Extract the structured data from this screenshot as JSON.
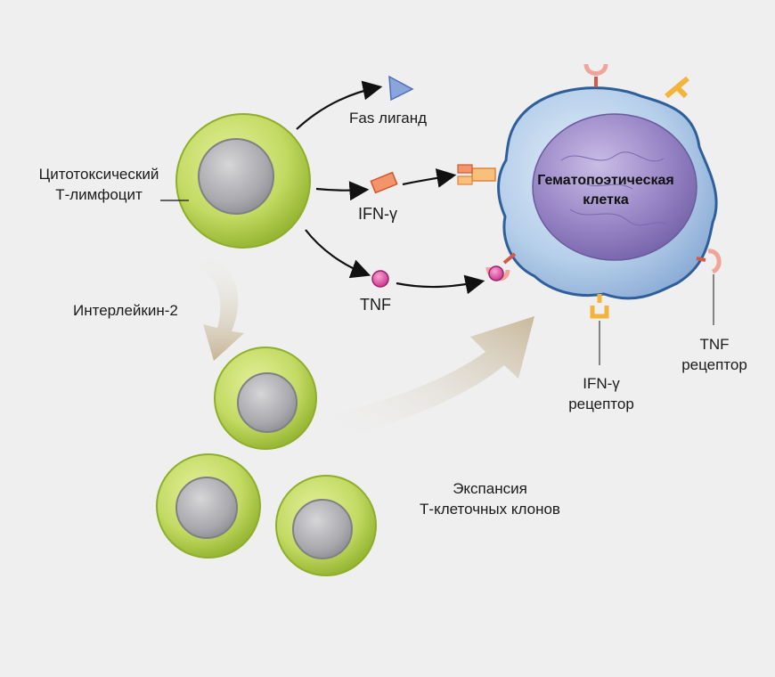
{
  "labels": {
    "cytotoxic_line1": "Цитотоксический",
    "cytotoxic_line2": "Т-лимфоцит",
    "fas": "Fas лиганд",
    "ifn": "IFN-γ",
    "tnf": "TNF",
    "interleukin": "Интерлейкин-2",
    "target_line1": "Гематопоэтическая",
    "target_line2": "клетка",
    "tnf_receptor_line1": "TNF",
    "tnf_receptor_line2": "рецептор",
    "ifn_receptor_line1": "IFN-γ",
    "ifn_receptor_line2": "рецептор",
    "expansion_line1": "Экспансия",
    "expansion_line2": "Т-клеточных клонов"
  },
  "colors": {
    "background": "#efefef",
    "t_cell_outer": "#b5cf4f",
    "t_cell_nucleus": "#a9a9ae",
    "target_membrane": "#a9c6e6",
    "target_nucleus": "#8a79b8",
    "fas_ligand": "#6f8fd0",
    "ifn_molecule": "#f07a4a",
    "tnf_molecule": "#d8409a",
    "receptor": "#f2b43a"
  }
}
